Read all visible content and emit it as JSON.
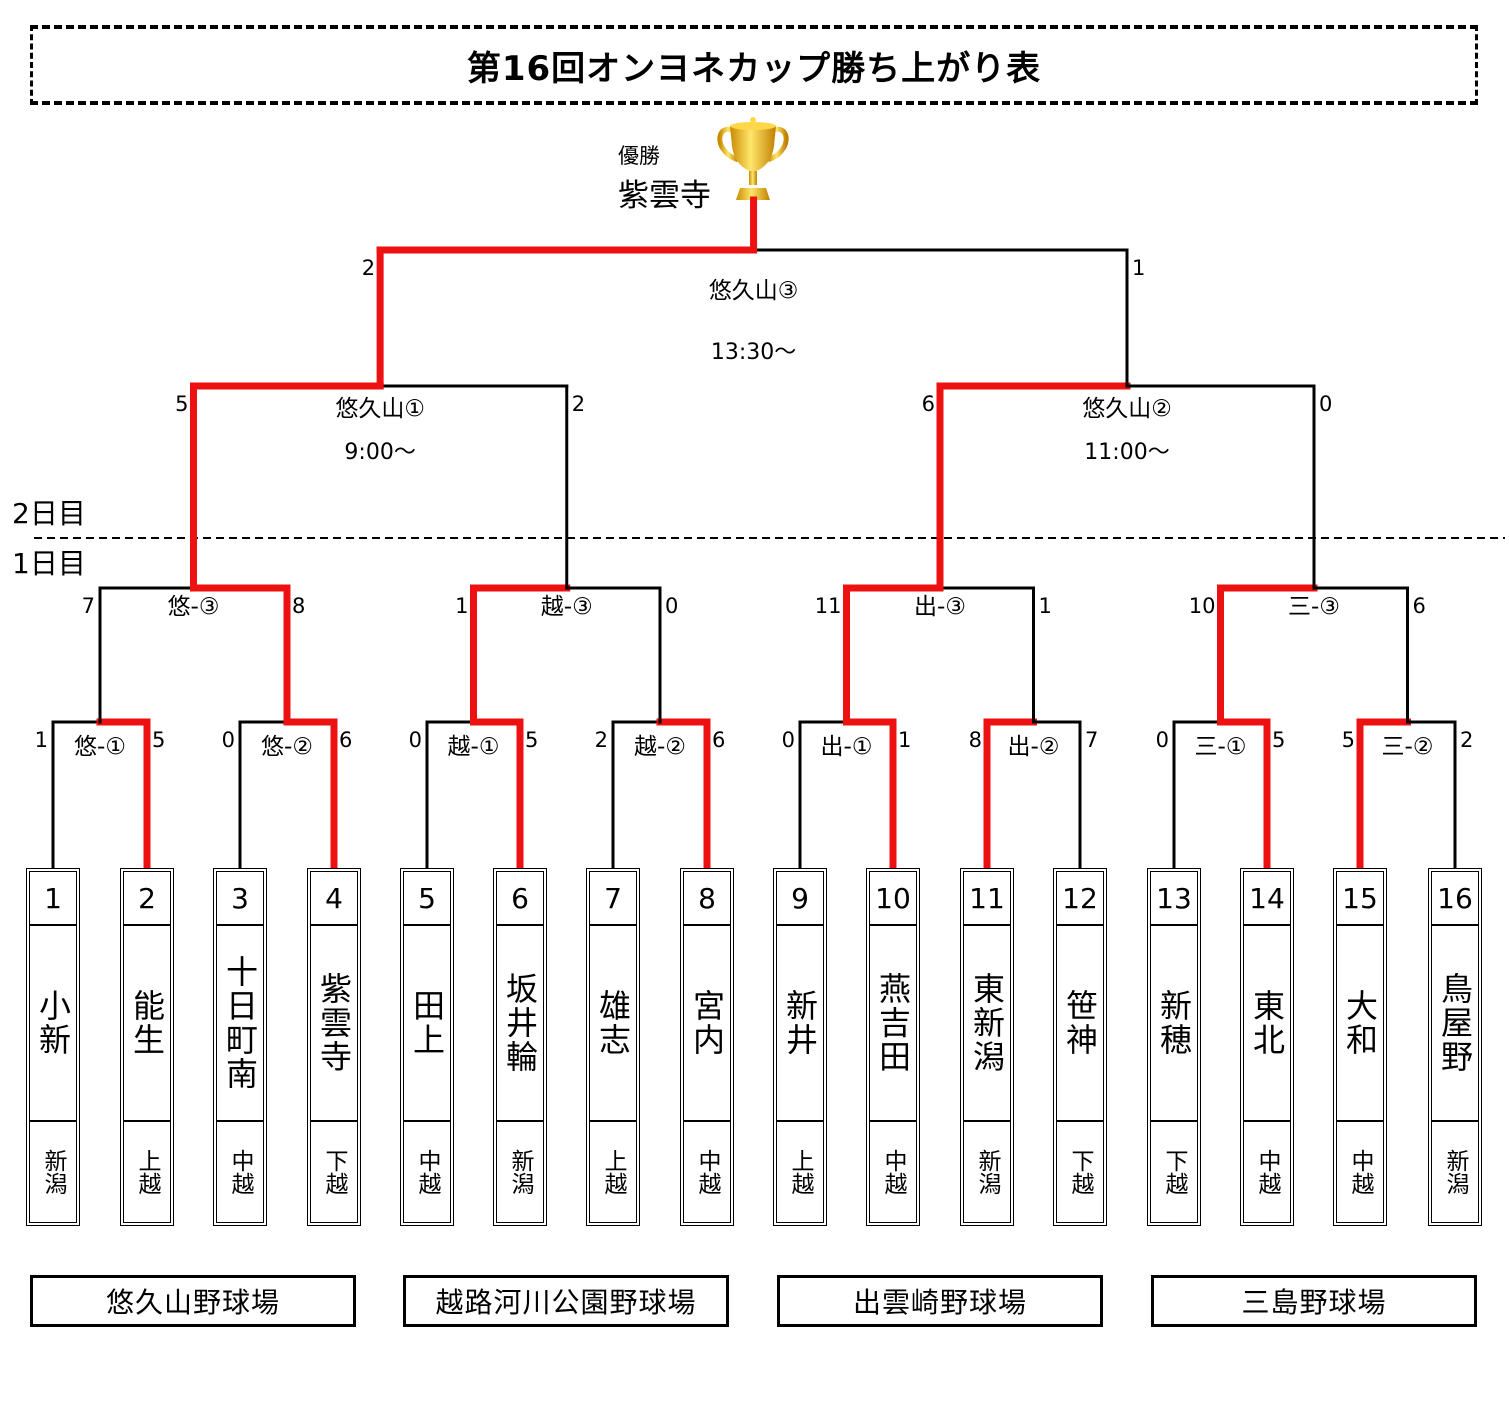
{
  "title": "第16回オンヨネカップ勝ち上がり表",
  "champion": {
    "label": "優勝",
    "name": "紫雲寺"
  },
  "day_labels": {
    "day2": "2日目",
    "day1": "1日目"
  },
  "colors": {
    "winner_line": "#ee1111",
    "loser_line": "#000000"
  },
  "teams": [
    {
      "num": "1",
      "name": "小新",
      "region": "新潟"
    },
    {
      "num": "2",
      "name": "能生",
      "region": "上越"
    },
    {
      "num": "3",
      "name": "十日町南",
      "region": "中越"
    },
    {
      "num": "4",
      "name": "紫雲寺",
      "region": "下越"
    },
    {
      "num": "5",
      "name": "田上",
      "region": "中越"
    },
    {
      "num": "6",
      "name": "坂井輪",
      "region": "新潟"
    },
    {
      "num": "7",
      "name": "雄志",
      "region": "上越"
    },
    {
      "num": "8",
      "name": "宮内",
      "region": "中越"
    },
    {
      "num": "9",
      "name": "新井",
      "region": "上越"
    },
    {
      "num": "10",
      "name": "燕吉田",
      "region": "中越"
    },
    {
      "num": "11",
      "name": "東新潟",
      "region": "新潟"
    },
    {
      "num": "12",
      "name": "笹神",
      "region": "下越"
    },
    {
      "num": "13",
      "name": "新穂",
      "region": "下越"
    },
    {
      "num": "14",
      "name": "東北",
      "region": "中越"
    },
    {
      "num": "15",
      "name": "大和",
      "region": "中越"
    },
    {
      "num": "16",
      "name": "鳥屋野",
      "region": "新潟"
    }
  ],
  "round1": [
    {
      "label": "悠-①",
      "left_score": "1",
      "right_score": "5",
      "winner": "right"
    },
    {
      "label": "悠-②",
      "left_score": "0",
      "right_score": "6",
      "winner": "right"
    },
    {
      "label": "越-①",
      "left_score": "0",
      "right_score": "5",
      "winner": "right"
    },
    {
      "label": "越-②",
      "left_score": "2",
      "right_score": "6",
      "winner": "right"
    },
    {
      "label": "出-①",
      "left_score": "0",
      "right_score": "1",
      "winner": "right"
    },
    {
      "label": "出-②",
      "left_score": "8",
      "right_score": "7",
      "winner": "left"
    },
    {
      "label": "三-①",
      "left_score": "0",
      "right_score": "5",
      "winner": "right"
    },
    {
      "label": "三-②",
      "left_score": "5",
      "right_score": "2",
      "winner": "left"
    }
  ],
  "round2": [
    {
      "label": "悠-③",
      "left_score": "7",
      "right_score": "8",
      "winner": "right"
    },
    {
      "label": "越-③",
      "left_score": "1",
      "right_score": "0",
      "winner": "left"
    },
    {
      "label": "出-③",
      "left_score": "11",
      "right_score": "1",
      "winner": "left"
    },
    {
      "label": "三-③",
      "left_score": "10",
      "right_score": "6",
      "winner": "left"
    }
  ],
  "semis": [
    {
      "label": "悠久山①",
      "time": "9:00～",
      "left_score": "5",
      "right_score": "2",
      "winner": "left"
    },
    {
      "label": "悠久山②",
      "time": "11:00～",
      "left_score": "6",
      "right_score": "0",
      "winner": "left"
    }
  ],
  "final": {
    "label": "悠久山③",
    "time": "13:30～",
    "left_score": "2",
    "right_score": "1",
    "winner": "left"
  },
  "venues": [
    "悠久山野球場",
    "越路河川公園野球場",
    "出雲崎野球場",
    "三島野球場"
  ]
}
